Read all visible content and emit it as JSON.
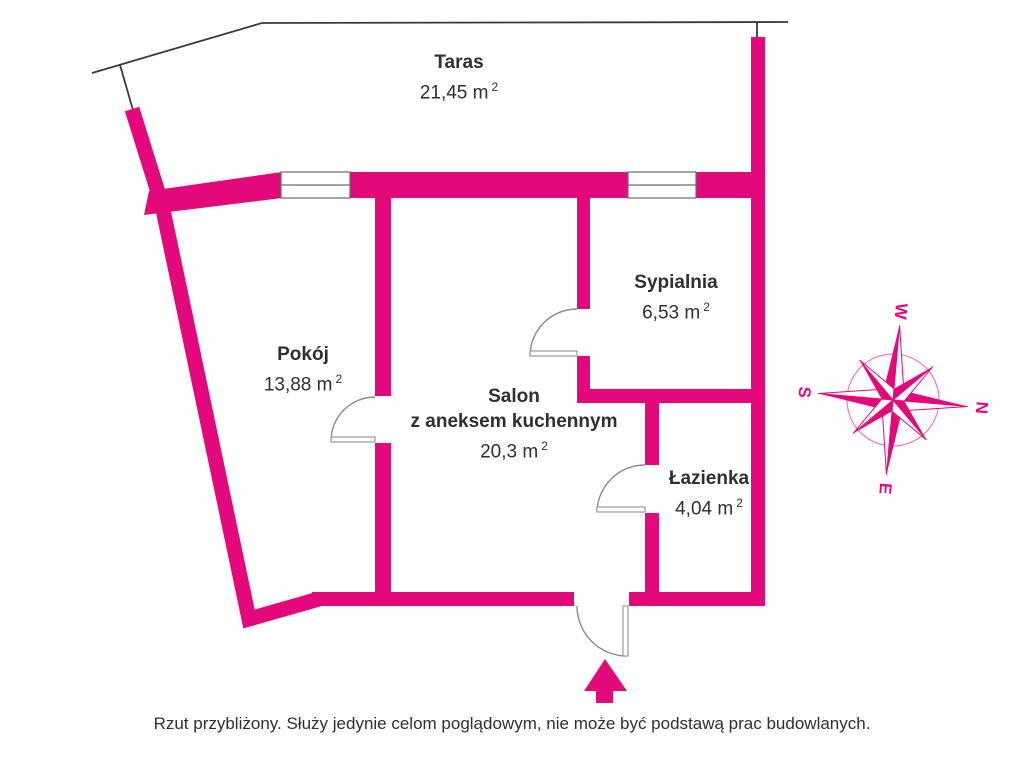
{
  "colors": {
    "wall": "#E3097C",
    "outline": "#3A3A3A",
    "door": "#8A8A8A",
    "text": "#2F2F2F"
  },
  "rooms": {
    "taras": {
      "name": "Taras",
      "area": "21,45 m",
      "sup": "2"
    },
    "pokoj": {
      "name": "Pokój",
      "area": "13,88 m",
      "sup": "2"
    },
    "sypialnia": {
      "name": "Sypialnia",
      "area": "6,53 m",
      "sup": "2"
    },
    "salon": {
      "name": "Salon",
      "subname": "z aneksem kuchennym",
      "area": "20,3 m",
      "sup": "2"
    },
    "lazienka": {
      "name": "Łazienka",
      "area": "4,04 m",
      "sup": "2"
    }
  },
  "compass": {
    "top": "W",
    "right": "N",
    "bottom": "E",
    "left": "S"
  },
  "footer": {
    "disclaimer": "Rzut przybliżony. Służy jedynie celom poglądowym, nie może być podstawą prac budowlanych."
  }
}
